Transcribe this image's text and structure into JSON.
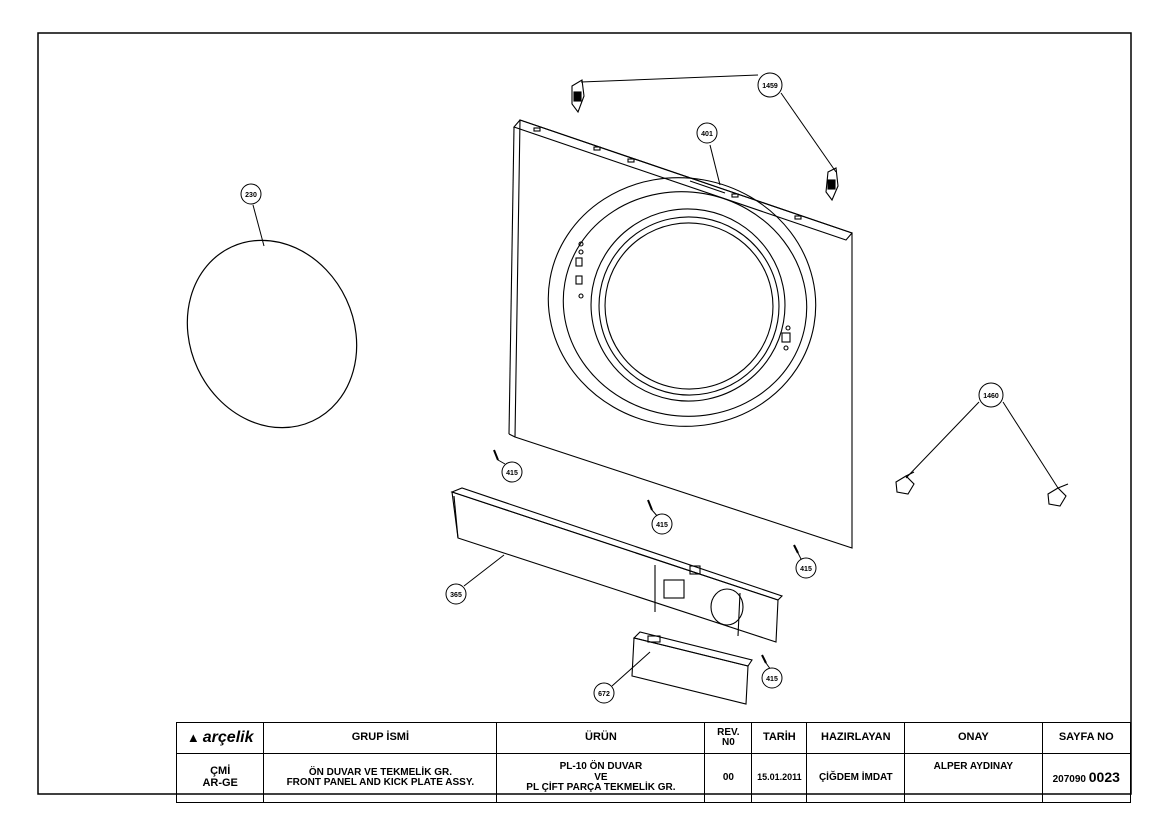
{
  "callouts": {
    "c1459": "1459",
    "c401": "401",
    "c230": "230",
    "c1460": "1460",
    "c415a": "415",
    "c415b": "415",
    "c415c": "415",
    "c415d": "415",
    "c365": "365",
    "c672": "672"
  },
  "title_block": {
    "logo_text": "arçelik",
    "headers": {
      "group_name": "GRUP İSMİ",
      "product": "ÜRÜN",
      "rev_line1": "REV.",
      "rev_line2": "N0",
      "date": "TARİH",
      "prepared_by": "HAZIRLAYAN",
      "approval": "ONAY",
      "page_no": "SAYFA NO"
    },
    "values": {
      "dept_line1": "ÇMİ",
      "dept_line2": "AR-GE",
      "group_line1": "ÖN DUVAR VE TEKMELİK GR.",
      "group_line2": "FRONT PANEL AND KICK PLATE ASSY.",
      "product_line1": "PL-10 ÖN DUVAR",
      "product_line2": "VE",
      "product_line3": "PL ÇİFT PARÇA TEKMELİK GR.",
      "rev": "00",
      "date": "15.01.2011",
      "prepared_by": "ÇİĞDEM İMDAT",
      "approval": "ALPER AYDINAY",
      "page_prefix": "207090",
      "page_suffix": "0023"
    }
  }
}
